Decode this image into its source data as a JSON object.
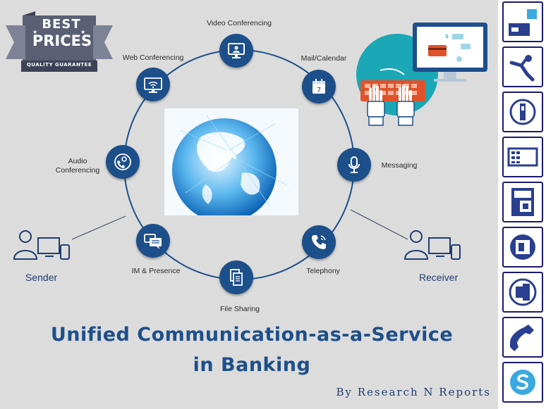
{
  "badge": {
    "line1": "BEST",
    "line2": "PRICES",
    "ribbon": "QUALITY GUARANTEE"
  },
  "ring": {
    "nodes": [
      {
        "label": "Video Conferencing",
        "icon": "monitor-person-icon"
      },
      {
        "label": "Mail/Calendar",
        "icon": "calendar-icon"
      },
      {
        "label": "Messaging",
        "icon": "microphone-icon"
      },
      {
        "label": "Telephony",
        "icon": "phone-icon"
      },
      {
        "label": "File Sharing",
        "icon": "documents-icon"
      },
      {
        "label": "IM & Presence",
        "icon": "chat-icon"
      },
      {
        "label": "Audio Conferencing",
        "icon": "person-phone-icon"
      },
      {
        "label": "Web Conferencing",
        "icon": "wifi-monitor-icon"
      }
    ],
    "center_icon": "globe-icon"
  },
  "endpoints": {
    "sender": "Sender",
    "receiver": "Receiver"
  },
  "title": {
    "line1": "Unified Communication-as-a-Service",
    "line2": "in Banking"
  },
  "byline": "By Research N Reports",
  "colors": {
    "primary": "#1d4f8a",
    "teal": "#1ba7b5",
    "accent": "#e0522b",
    "background": "#dcdcdc"
  },
  "sidebar_icons": [
    "stamp-icon",
    "person-jumping-icon",
    "phone-card-icon",
    "keypad-icon",
    "phone-booth-icon",
    "sim-card-icon",
    "speaker-icon",
    "telephone-handset-icon",
    "skype-icon"
  ]
}
